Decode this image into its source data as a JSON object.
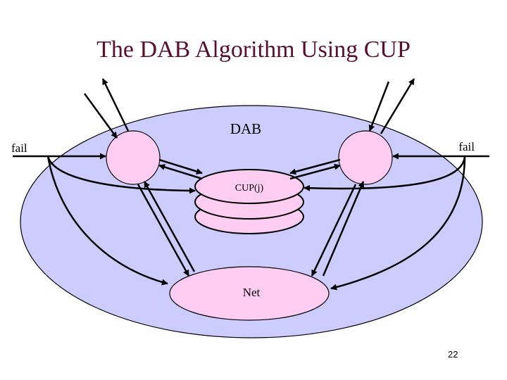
{
  "slide": {
    "title": "The DAB Algorithm Using CUP",
    "page_number": "22"
  },
  "diagram": {
    "colors": {
      "domain_fill": "#ccccff",
      "node_fill": "#ffccf2",
      "title": "#5a0f2c",
      "stroke": "#000000"
    },
    "labels": {
      "domain": "DAB",
      "fail_left": "fail",
      "fail_right": "fail",
      "cup": "CUP(j)",
      "net": "Net"
    }
  }
}
